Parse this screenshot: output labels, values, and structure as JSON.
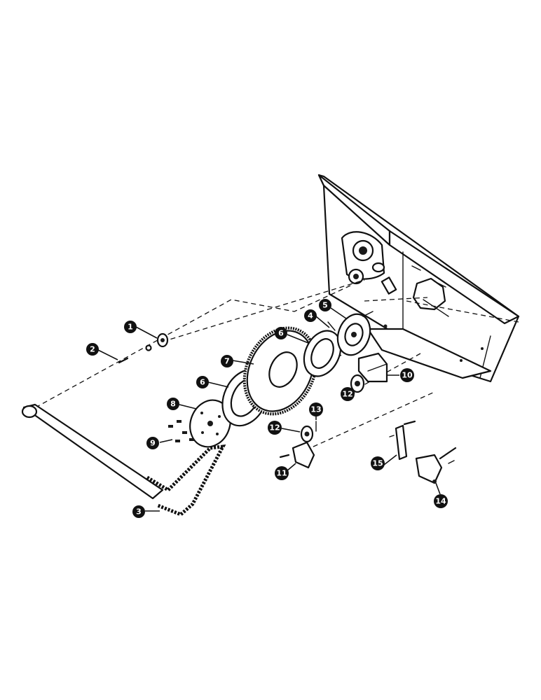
{
  "callouts": [
    {
      "id": "c1",
      "label": "1"
    },
    {
      "id": "c2",
      "label": "2"
    },
    {
      "id": "c3",
      "label": "3"
    },
    {
      "id": "c4",
      "label": "4"
    },
    {
      "id": "c5",
      "label": "5"
    },
    {
      "id": "c6a",
      "label": "6"
    },
    {
      "id": "c6b",
      "label": "6"
    },
    {
      "id": "c7",
      "label": "7"
    },
    {
      "id": "c8",
      "label": "8"
    },
    {
      "id": "c9",
      "label": "9"
    },
    {
      "id": "c10",
      "label": "10"
    },
    {
      "id": "c11",
      "label": "11"
    },
    {
      "id": "c12a",
      "label": "12"
    },
    {
      "id": "c12b",
      "label": "12"
    },
    {
      "id": "c13",
      "label": "13"
    },
    {
      "id": "c14",
      "label": "14"
    },
    {
      "id": "c15",
      "label": "15"
    }
  ]
}
